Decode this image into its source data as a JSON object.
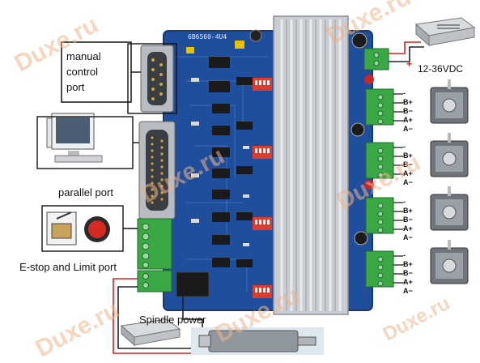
{
  "board": {
    "silk_label": "6B6560-4U4"
  },
  "labels": {
    "manual_control": [
      "manual",
      "control",
      "port"
    ],
    "parallel_port": "parallel port",
    "estop_limit": "E-stop and Limit port",
    "spindle_power": "Spindle power",
    "psu_voltage": "12-36VDC",
    "psu_plus": "+"
  },
  "motor_pins": [
    "-B+",
    "-B−",
    "-A+",
    "-A−"
  ],
  "watermark": {
    "text": "Duxe.ru"
  },
  "colors": {
    "pcb": "#1f4f9c",
    "heatsink": "#c9ccd1",
    "terminal_green": "#3aa845",
    "dip_red": "#e03a2c",
    "wire_red": "#d8201c",
    "wire_black": "#222222",
    "watermark": "#f2b48a"
  }
}
